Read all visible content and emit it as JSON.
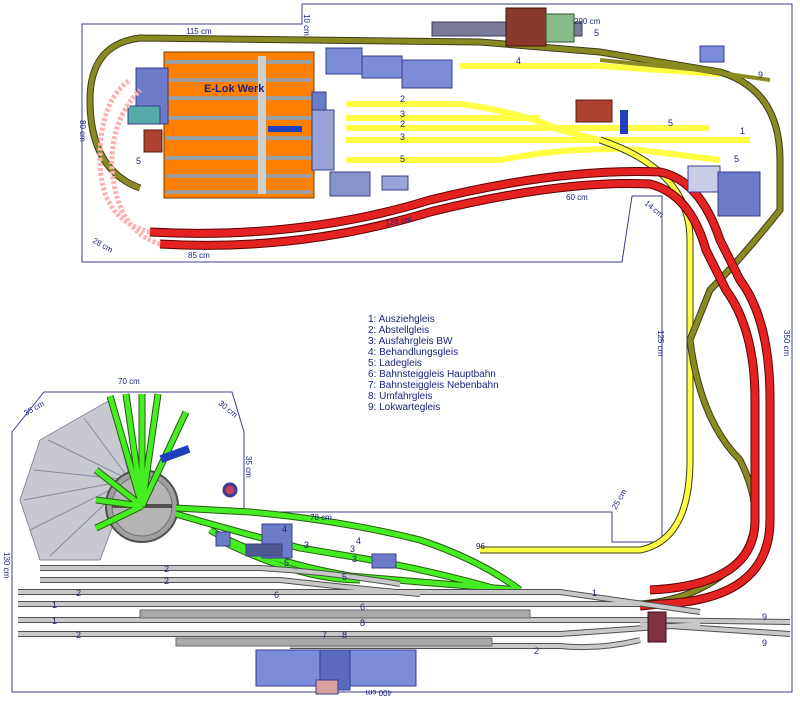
{
  "plan": {
    "werk_label": "E-Lok Werk",
    "colors": {
      "background": "#ffffff",
      "outline": "#3c3c8c",
      "gray_track": "#9e9e9e",
      "olive_track": "#7a7a1a",
      "yellow_track": "#ffff44",
      "red_track": "#e52222",
      "green_track": "#44ee22",
      "werk_orange": "#ff8000",
      "platform": "#a8a8a8",
      "building_blue": "#6c7cc8"
    },
    "dimensions": {
      "top_width": "115 cm",
      "top_right": "10 cm",
      "upper_left_depth": "80 cm",
      "upper_left_diag": "28 cm",
      "upper_bottom": "128 cm",
      "upper_bottom_2": "85 cm",
      "upper_right_top": "290 cm",
      "middle_width": "60 cm",
      "middle_diag": "14 cm",
      "right_height": "350 cm",
      "middle_height": "125 cm",
      "turntable_width": "70 cm",
      "turntable_diag_left": "35 cm",
      "turntable_diag_right": "30 cm",
      "turntable_depth": "35 cm",
      "lower_diag": "78 cm",
      "lower_right_diag": "25 cm",
      "small_right": "96",
      "lower_left_height": "130 cm",
      "bottom_width": "400 cm"
    },
    "legend": [
      "1: Ausziehgleis",
      "2: Abstellgleis",
      "3: Ausfahrgleis BW",
      "4: Behandlungsgleis",
      "5: Ladegleis",
      "6: Bahnsteiggleis Hauptbahn",
      "7: Bahnsteiggleis Nebenbahn",
      "8: Umfahrgleis",
      "9: Lokwartegleis"
    ],
    "track_numbers": {
      "top_1": "5",
      "top_2": "9",
      "upper_yard": [
        "2",
        "3",
        "2",
        "3",
        "5",
        "1",
        "5",
        "5",
        "5",
        "4"
      ],
      "green_yard": [
        "4",
        "3",
        "3",
        "5",
        "4",
        "3",
        "5"
      ],
      "lower_station": [
        "2",
        "2",
        "2",
        "1",
        "1",
        "2",
        "6",
        "6",
        "8",
        "7",
        "8",
        "1",
        "2",
        "9",
        "9"
      ]
    }
  }
}
